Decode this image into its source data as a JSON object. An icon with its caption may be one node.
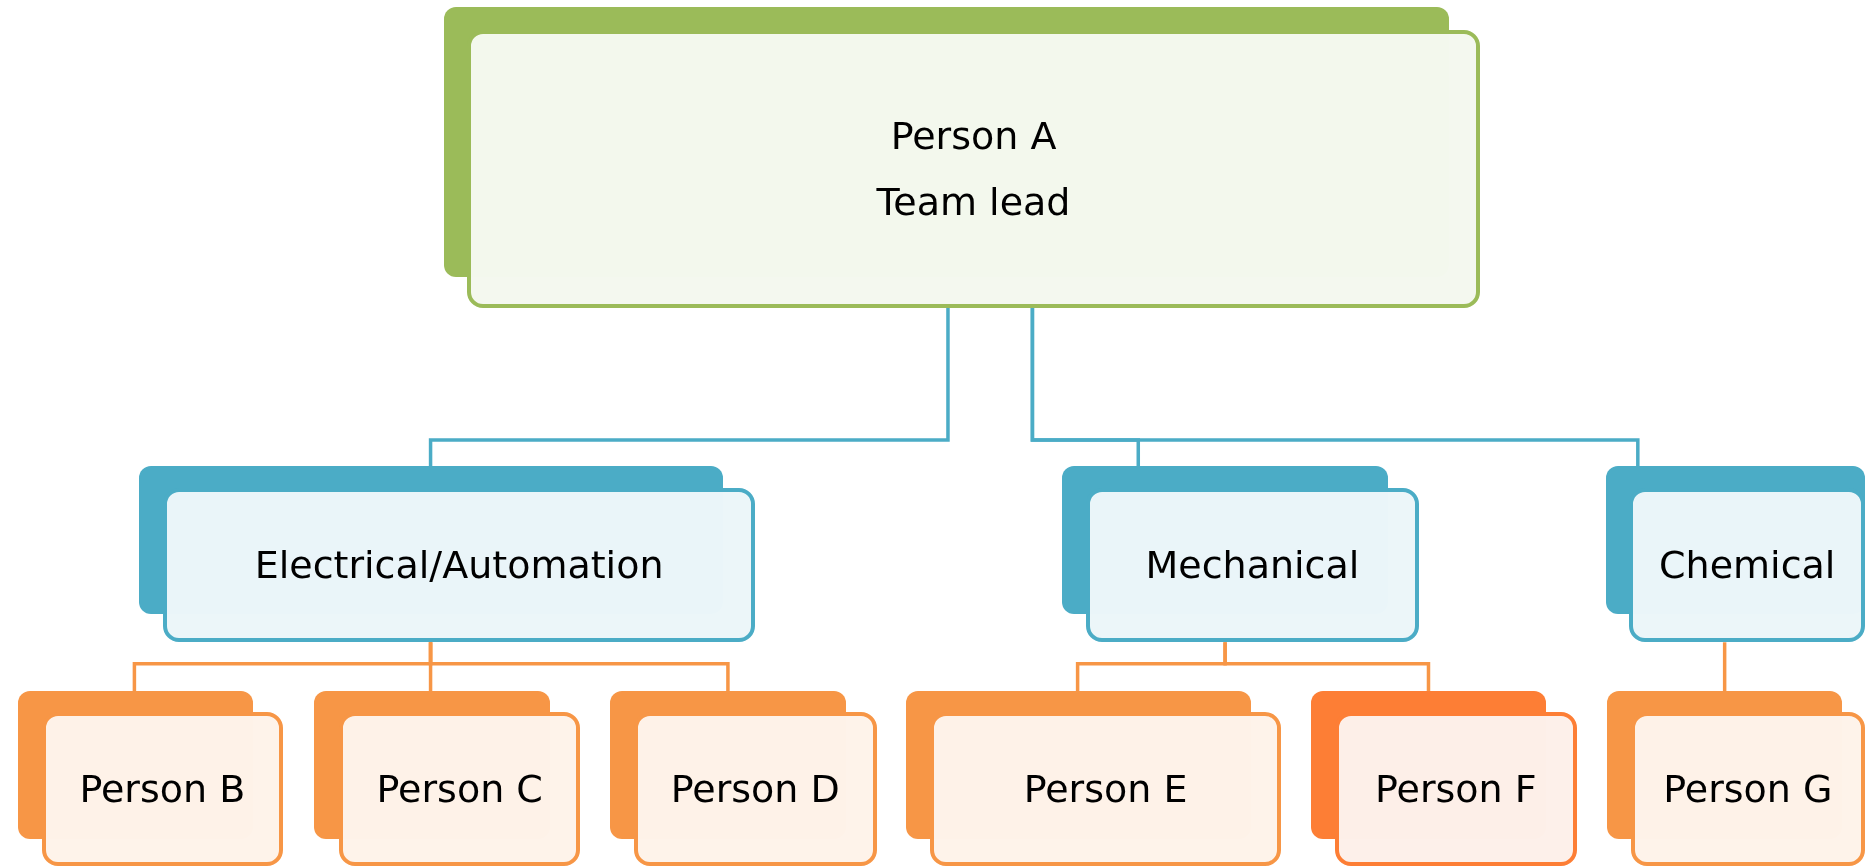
{
  "diagram": {
    "nodes": [
      {
        "text": [
          "Person A",
          "Team lead"
        ]
      },
      {
        "text": [
          "Electrical/Automation"
        ]
      },
      {
        "text": [
          "Mechanical"
        ]
      },
      {
        "text": [
          "Chemical"
        ]
      },
      {
        "text": [
          "Person B"
        ]
      },
      {
        "text": [
          "Person C"
        ]
      },
      {
        "text": [
          "Person D"
        ]
      },
      {
        "text": [
          "Person E"
        ]
      },
      {
        "text": [
          "Person F"
        ]
      },
      {
        "text": [
          "Person G"
        ]
      }
    ],
    "edges": [
      {
        "from": 0,
        "to": 1,
        "arrow": "none",
        "color": "#4bacc6"
      },
      {
        "from": 0,
        "to": 2,
        "arrow": "none",
        "color": "#4bacc6"
      },
      {
        "from": 0,
        "to": 3,
        "arrow": "none",
        "color": "#4bacc6"
      },
      {
        "from": 1,
        "to": 4,
        "arrow": "none"
      },
      {
        "from": 1,
        "to": 5,
        "arrow": "none"
      },
      {
        "from": 1,
        "to": 6,
        "arrow": "none"
      },
      {
        "from": 2,
        "to": 7,
        "arrow": "none"
      },
      {
        "from": 2,
        "to": 8,
        "arrow": "none"
      },
      {
        "from": 3,
        "to": 9,
        "arrow": "none"
      }
    ]
  }
}
